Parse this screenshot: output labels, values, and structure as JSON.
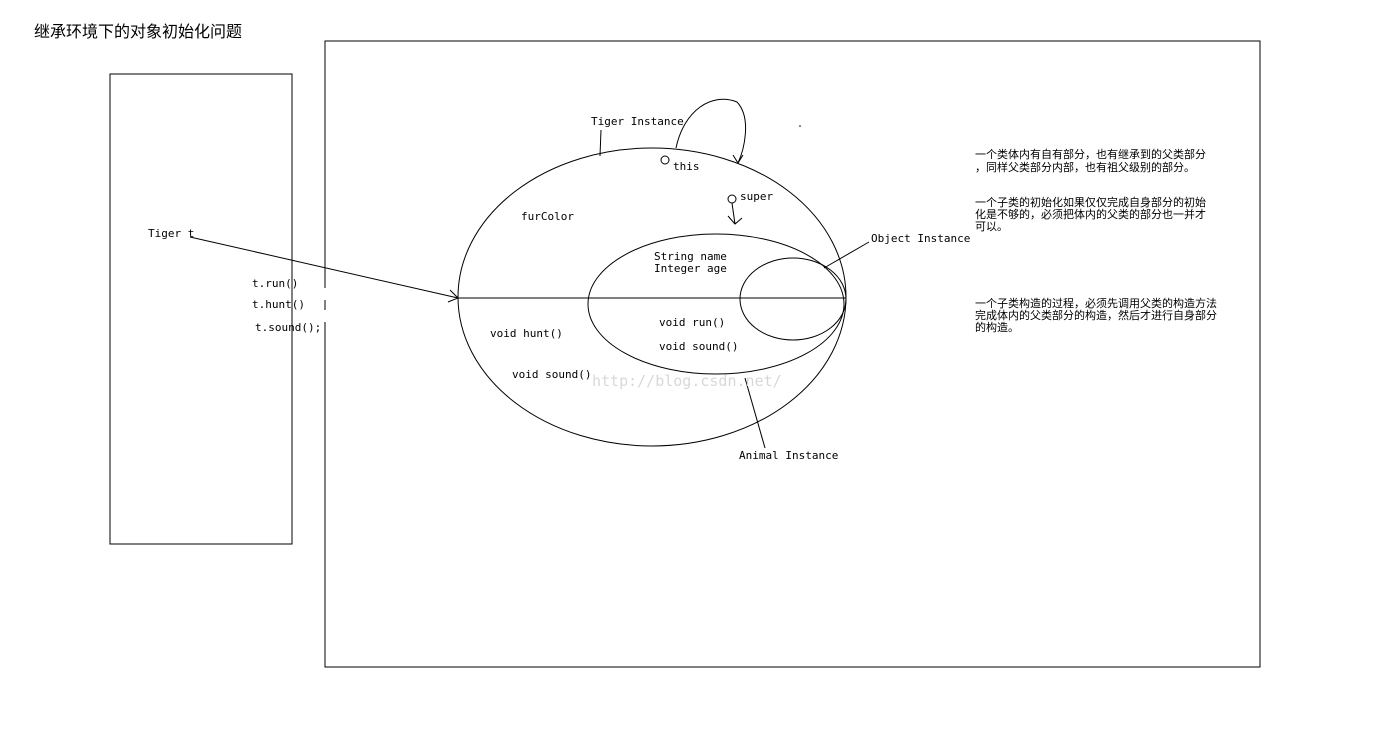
{
  "title": "继承环境下的对象初始化问题",
  "stack": {
    "reference": "Tiger t",
    "calls": [
      "t.run()",
      "t.hunt()",
      "t.sound();"
    ]
  },
  "heap": {
    "tiger_instance": {
      "label": "Tiger Instance",
      "this_label": "this",
      "super_label": "super",
      "field": "furColor",
      "methods": [
        "void hunt()",
        "void sound()"
      ]
    },
    "animal_instance": {
      "label": "Animal Instance",
      "fields": [
        "String name",
        "Integer age"
      ],
      "methods": [
        "void run()",
        "void sound()"
      ]
    },
    "object_instance": {
      "label": "Object Instance"
    }
  },
  "notes": [
    [
      "一个类体内有自有部分，也有继承到的父类部分",
      "，同样父类部分内部，也有祖父级别的部分。"
    ],
    [
      "一个子类的初始化如果仅仅完成自身部分的初始",
      "化是不够的，必须把体内的父类的部分也一并才",
      "可以。"
    ],
    [
      "一个子类构造的过程，必须先调用父类的构造方法",
      "完成体内的父类部分的构造，然后才进行自身部分",
      "的构造。"
    ]
  ],
  "watermark": "http://blog.csdn.net/"
}
